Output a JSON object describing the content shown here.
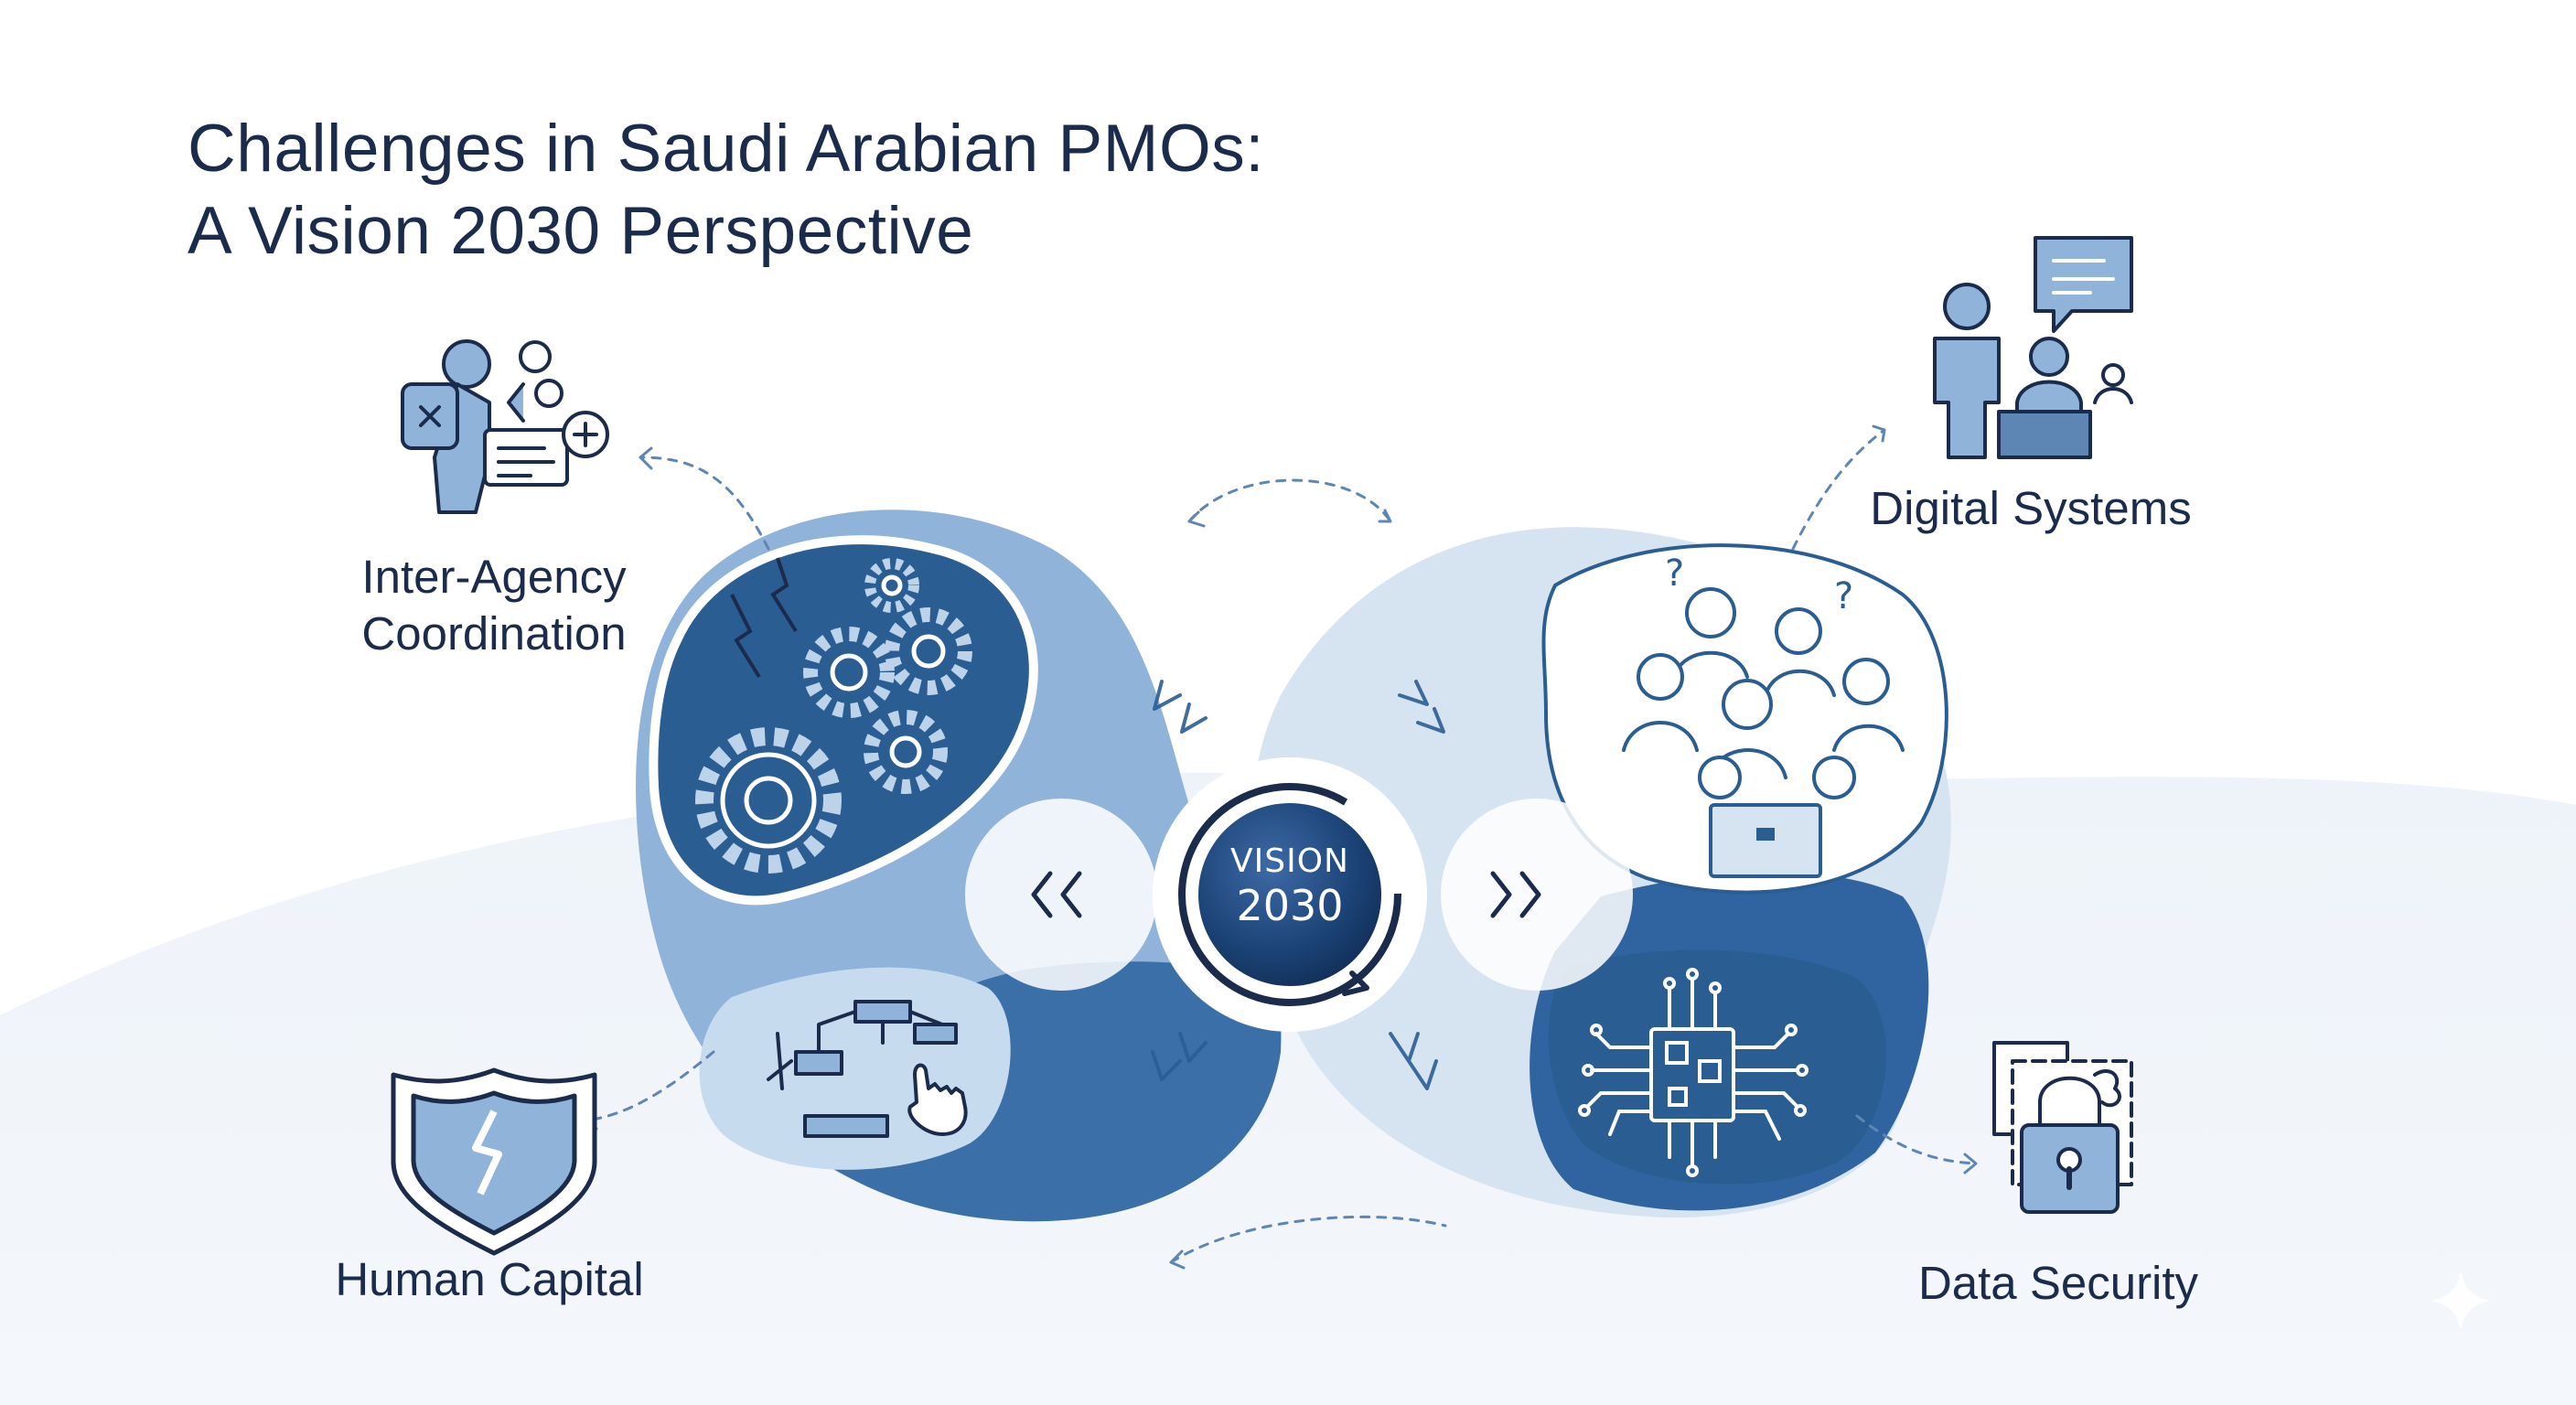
{
  "title": {
    "line1": "Challenges in Saudi Arabian PMOs:",
    "line2": "A Vision 2030 Perspective"
  },
  "hub": {
    "line1": "VISION",
    "line2": "2030"
  },
  "challenges": [
    {
      "label_line1": "Inter-Agency",
      "label_line2": "Coordination",
      "icon": "team-coordination-icon"
    },
    {
      "label": "Digital Systems",
      "icon": "meeting-chat-icon"
    },
    {
      "label": "Human Capital",
      "icon": "broken-shield-icon"
    },
    {
      "label": "Data Security",
      "icon": "padlock-documents-icon"
    }
  ],
  "colors": {
    "title": "#1b2b4b",
    "dark_blue": "#2a5d92",
    "medium_blue": "#8fb3d9",
    "light_blue": "#d6e4f2",
    "hub_dark": "#173a6a",
    "background_light": "#eef3f9"
  }
}
